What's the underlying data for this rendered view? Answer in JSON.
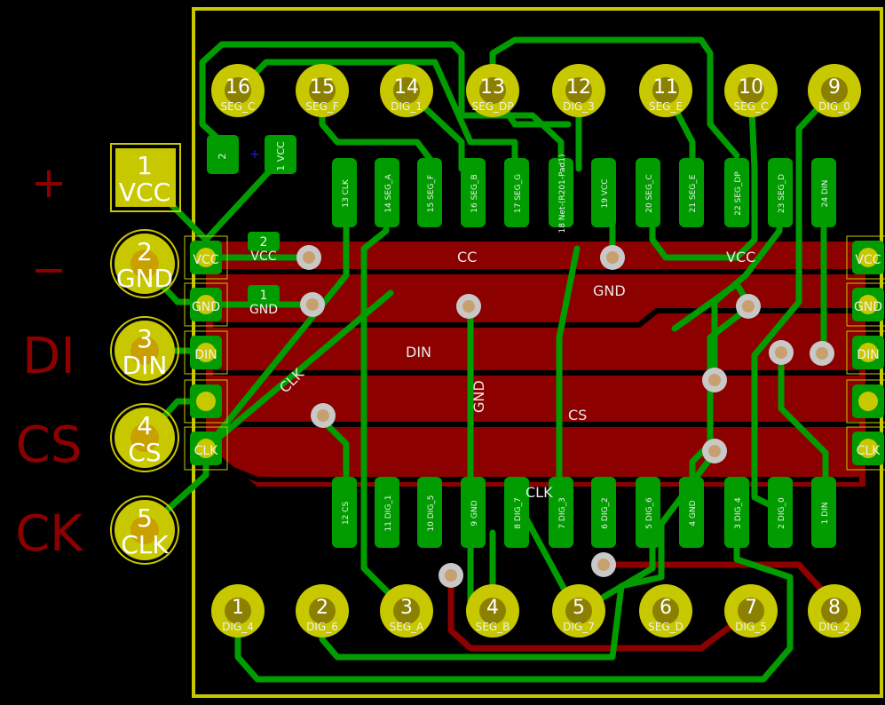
{
  "colors": {
    "background": "#000000",
    "board_edge": "#c8c800",
    "pad_ring": "#c8c800",
    "pad_hole": "#c8c800",
    "copper_front": "#009c00",
    "copper_back": "#8c0000",
    "via": "#c8c8c8",
    "via_hole": "#c8a070",
    "silkscreen": "#8c0000"
  },
  "left_silk": {
    "plus": "+",
    "minus": "−",
    "di": "DI",
    "cs": "CS",
    "ck": "CK"
  },
  "connector": [
    {
      "num": "1",
      "name": "VCC"
    },
    {
      "num": "2",
      "name": "GND"
    },
    {
      "num": "3",
      "name": "DIN"
    },
    {
      "num": "4",
      "name": "CS"
    },
    {
      "num": "5",
      "name": "CLK"
    }
  ],
  "display_top_pins": [
    {
      "num": "16",
      "name": "SEG_C"
    },
    {
      "num": "15",
      "name": "SEG_F"
    },
    {
      "num": "14",
      "name": "DIG_1"
    },
    {
      "num": "13",
      "name": "SEG_DP"
    },
    {
      "num": "12",
      "name": "DIG_3"
    },
    {
      "num": "11",
      "name": "SEG_E"
    },
    {
      "num": "10",
      "name": "SEG_C"
    },
    {
      "num": "9",
      "name": "DIG_0"
    }
  ],
  "display_bottom_pins": [
    {
      "num": "1",
      "name": "DIG_4"
    },
    {
      "num": "2",
      "name": "DIG_6"
    },
    {
      "num": "3",
      "name": "SEG_A"
    },
    {
      "num": "4",
      "name": "SEG_B"
    },
    {
      "num": "5",
      "name": "DIG_7"
    },
    {
      "num": "6",
      "name": "SEG_D"
    },
    {
      "num": "7",
      "name": "DIG_5"
    },
    {
      "num": "8",
      "name": "DIG_2"
    }
  ],
  "ic_top_pads": [
    {
      "label": "13 CLK"
    },
    {
      "label": "14 SEG_A"
    },
    {
      "label": "15 SEG_F"
    },
    {
      "label": "16 SEG_B"
    },
    {
      "label": "17 SEG_G"
    },
    {
      "label": "18 Net-(R201-Pad1)"
    },
    {
      "label": "19 VCC"
    },
    {
      "label": "20 SEG_C"
    },
    {
      "label": "21 SEG_E"
    },
    {
      "label": "22 SEG_DP"
    },
    {
      "label": "23 SEG_D"
    },
    {
      "label": "24 DIN"
    }
  ],
  "ic_bottom_pads": [
    {
      "label": "12 CS"
    },
    {
      "label": "11 DIG_1"
    },
    {
      "label": "10 DIG_5"
    },
    {
      "label": "9 GND"
    },
    {
      "label": "8 DIG_7"
    },
    {
      "label": "7 DIG_3"
    },
    {
      "label": "6 DIG_2"
    },
    {
      "label": "5 DIG_6"
    },
    {
      "label": "4 GND"
    },
    {
      "label": "3 DIG_4"
    },
    {
      "label": "2 DIG_0"
    },
    {
      "label": "1 DIN"
    }
  ],
  "cap_top": [
    {
      "label": "2"
    },
    {
      "label": "1 VCC"
    }
  ],
  "cap_mark": "+",
  "small_pads": [
    {
      "num": "2",
      "name": "VCC"
    },
    {
      "num": "1",
      "name": "GND"
    }
  ],
  "edge_left_labels": [
    "VCC",
    "GND",
    "DIN",
    "",
    "CLK"
  ],
  "edge_right_labels": [
    "VCC",
    "GND",
    "DIN",
    "",
    "CLK"
  ],
  "net_labels": {
    "cc": "CC",
    "vcc": "VCC",
    "gnd_right": "GND",
    "din": "DIN",
    "clk_diag": "CLK",
    "gnd_vert": "GND",
    "cs": "CS",
    "clk_bottom": "CLK"
  }
}
